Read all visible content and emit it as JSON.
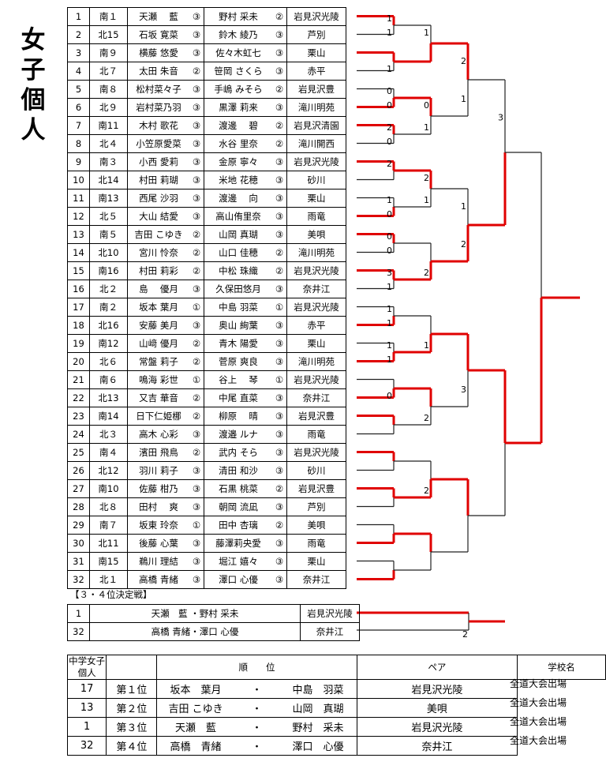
{
  "title": "女子個人",
  "bracket_rows": [
    {
      "no": "1",
      "seed": "南１",
      "p1": "天瀬　 藍",
      "g1": "③",
      "p2": "野村 采未",
      "g2": "②",
      "school": "岩見沢光陵"
    },
    {
      "no": "2",
      "seed": "北15",
      "p1": "石坂 寛菜",
      "g1": "③",
      "p2": "鈴木 綾乃",
      "g2": "③",
      "school": "芦別"
    },
    {
      "no": "3",
      "seed": "南９",
      "p1": "横藤 悠愛",
      "g1": "③",
      "p2": "佐々木虹七",
      "g2": "③",
      "school": "栗山"
    },
    {
      "no": "4",
      "seed": "北７",
      "p1": "太田 朱音",
      "g1": "②",
      "p2": "笹岡 さくら",
      "g2": "③",
      "school": "赤平"
    },
    {
      "no": "5",
      "seed": "南８",
      "p1": "松村菜々子",
      "g1": "③",
      "p2": "手嶋 みそら",
      "g2": "②",
      "school": "岩見沢豊"
    },
    {
      "no": "6",
      "seed": "北９",
      "p1": "岩村菜乃羽",
      "g1": "③",
      "p2": "黒澤 莉来",
      "g2": "③",
      "school": "滝川明苑"
    },
    {
      "no": "7",
      "seed": "南11",
      "p1": "木村 歌花",
      "g1": "③",
      "p2": "渡邊　 碧",
      "g2": "②",
      "school": "岩見沢清園"
    },
    {
      "no": "8",
      "seed": "北４",
      "p1": "小笠原愛菜",
      "g1": "③",
      "p2": "水谷 里奈",
      "g2": "②",
      "school": "滝川開西"
    },
    {
      "no": "9",
      "seed": "南３",
      "p1": "小西 愛莉",
      "g1": "③",
      "p2": "金原 寧々",
      "g2": "③",
      "school": "岩見沢光陵"
    },
    {
      "no": "10",
      "seed": "北14",
      "p1": "村田 莉瑚",
      "g1": "③",
      "p2": "米地 花穂",
      "g2": "③",
      "school": "砂川"
    },
    {
      "no": "11",
      "seed": "南13",
      "p1": "西尾 沙羽",
      "g1": "③",
      "p2": "渡邊　 向",
      "g2": "③",
      "school": "栗山"
    },
    {
      "no": "12",
      "seed": "北５",
      "p1": "大山 結愛",
      "g1": "③",
      "p2": "高山侑里奈",
      "g2": "③",
      "school": "雨竜"
    },
    {
      "no": "13",
      "seed": "南５",
      "p1": "吉田 こゆき",
      "g1": "②",
      "p2": "山岡 真瑚",
      "g2": "③",
      "school": "美唄"
    },
    {
      "no": "14",
      "seed": "北10",
      "p1": "宮川 怜奈",
      "g1": "②",
      "p2": "山口 佳穂",
      "g2": "②",
      "school": "滝川明苑"
    },
    {
      "no": "15",
      "seed": "南16",
      "p1": "村田 莉彩",
      "g1": "②",
      "p2": "中松 珠織",
      "g2": "②",
      "school": "岩見沢光陵"
    },
    {
      "no": "16",
      "seed": "北２",
      "p1": "島　 優月",
      "g1": "③",
      "p2": "久保田悠月",
      "g2": "③",
      "school": "奈井江"
    },
    {
      "no": "17",
      "seed": "南２",
      "p1": "坂本 葉月",
      "g1": "①",
      "p2": "中島 羽菜",
      "g2": "①",
      "school": "岩見沢光陵"
    },
    {
      "no": "18",
      "seed": "北16",
      "p1": "安藤 美月",
      "g1": "③",
      "p2": "奥山 絢葉",
      "g2": "③",
      "school": "赤平"
    },
    {
      "no": "19",
      "seed": "南12",
      "p1": "山﨑 優月",
      "g1": "②",
      "p2": "青木 陽愛",
      "g2": "③",
      "school": "栗山"
    },
    {
      "no": "20",
      "seed": "北６",
      "p1": "常盤 莉子",
      "g1": "②",
      "p2": "菅原 爽良",
      "g2": "③",
      "school": "滝川明苑"
    },
    {
      "no": "21",
      "seed": "南６",
      "p1": "鳴海 彩世",
      "g1": "①",
      "p2": "谷上　 琴",
      "g2": "①",
      "school": "岩見沢光陵"
    },
    {
      "no": "22",
      "seed": "北13",
      "p1": "又吉 華音",
      "g1": "②",
      "p2": "中尾 直菜",
      "g2": "③",
      "school": "奈井江"
    },
    {
      "no": "23",
      "seed": "南14",
      "p1": "日下仁姫梛",
      "g1": "②",
      "p2": "柳原　 晴",
      "g2": "③",
      "school": "岩見沢豊"
    },
    {
      "no": "24",
      "seed": "北３",
      "p1": "高木 心彩",
      "g1": "③",
      "p2": "渡邉 ルナ",
      "g2": "③",
      "school": "雨竜"
    },
    {
      "no": "25",
      "seed": "南４",
      "p1": "濱田 飛鳥",
      "g1": "②",
      "p2": "武内 そら",
      "g2": "③",
      "school": "岩見沢光陵"
    },
    {
      "no": "26",
      "seed": "北12",
      "p1": "羽川 莉子",
      "g1": "③",
      "p2": "清田 和沙",
      "g2": "③",
      "school": "砂川"
    },
    {
      "no": "27",
      "seed": "南10",
      "p1": "佐藤 柑乃",
      "g1": "③",
      "p2": "石黒 桃菜",
      "g2": "②",
      "school": "岩見沢豊"
    },
    {
      "no": "28",
      "seed": "北８",
      "p1": "田村　 爽",
      "g1": "③",
      "p2": "朝岡 流凪",
      "g2": "③",
      "school": "芦別"
    },
    {
      "no": "29",
      "seed": "南７",
      "p1": "坂東 玲奈",
      "g1": "①",
      "p2": "田中 杏璃",
      "g2": "②",
      "school": "美唄"
    },
    {
      "no": "30",
      "seed": "北11",
      "p1": "後藤 心葉",
      "g1": "③",
      "p2": "藤澤莉央愛",
      "g2": "③",
      "school": "雨竜"
    },
    {
      "no": "31",
      "seed": "南15",
      "p1": "鵜川 理結",
      "g1": "③",
      "p2": "堀江 嬉々",
      "g2": "③",
      "school": "栗山"
    },
    {
      "no": "32",
      "seed": "北１",
      "p1": "高橋 青緒",
      "g1": "③",
      "p2": "澤口 心優",
      "g2": "③",
      "school": "奈井江"
    }
  ],
  "scores": {
    "r1": [
      "1",
      "1",
      "",
      "1",
      "0",
      "0",
      "2",
      "0",
      "2",
      "",
      "1",
      "0",
      "0",
      "0",
      "3",
      "1",
      "1",
      "1",
      "1",
      "1",
      "",
      "0",
      "",
      ""
    ],
    "r2": [
      "1",
      "",
      "0",
      "1",
      "2",
      "1",
      "",
      "2",
      "",
      "1",
      "",
      "2",
      "",
      "2",
      "",
      ""
    ],
    "r3": [
      "2",
      "1",
      "1",
      "2",
      "",
      "3",
      "",
      ""
    ],
    "r4": [
      "3",
      "",
      "",
      ""
    ]
  },
  "third_place": {
    "label": "【３・４位決定戦】",
    "rows": [
      {
        "no": "1",
        "pair": "天瀬　藍 ・野村 采未",
        "school": "岩見沢光陵"
      },
      {
        "no": "32",
        "pair": "高橋 青緒・澤口 心優",
        "school": "奈井江"
      }
    ],
    "score": "2"
  },
  "results": {
    "side_label": "中学女子個人",
    "headers": {
      "rank": "順　　位",
      "pair": "ペア",
      "school": "学校名"
    },
    "rows": [
      {
        "no": "17",
        "rank": "第１位",
        "name1": "坂本　葉月",
        "dot": "・",
        "name2": "中島　羽菜",
        "school": "岩見沢光陵",
        "note": "全道大会出場"
      },
      {
        "no": "13",
        "rank": "第２位",
        "name1": "吉田 こゆき",
        "dot": "・",
        "name2": "山岡　真瑚",
        "school": "美唄",
        "note": "全道大会出場"
      },
      {
        "no": "1",
        "rank": "第３位",
        "name1": "天瀬　藍",
        "dot": "・",
        "name2": "野村　采未",
        "school": "岩見沢光陵",
        "note": "全道大会出場"
      },
      {
        "no": "32",
        "rank": "第４位",
        "name1": "高橋　青緒",
        "dot": "・",
        "name2": "澤口　心優",
        "school": "奈井江",
        "note": "全道大会出場"
      }
    ]
  },
  "colors": {
    "winner_line": "#e00000",
    "line": "#222222"
  }
}
